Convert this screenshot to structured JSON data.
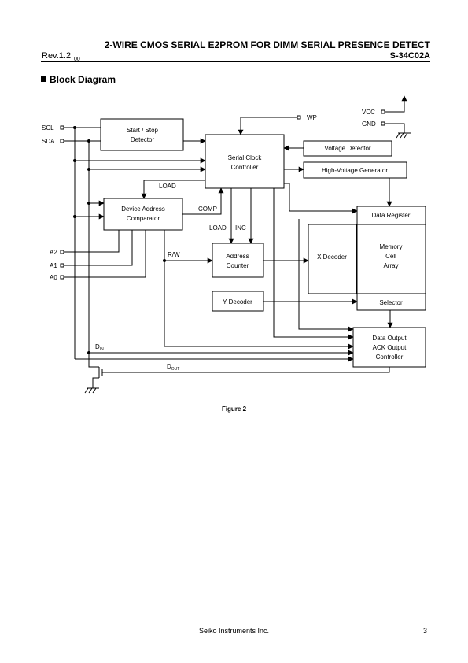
{
  "header": {
    "title": "2-WIRE CMOS SERIAL E2PROM FOR DIMM SERIAL PRESENCE DETECT",
    "rev_main": "Rev.1.2",
    "rev_sub": "_00",
    "part": "S-34C02A"
  },
  "section": {
    "title": "Block Diagram"
  },
  "diagram": {
    "pins": {
      "scl": "SCL",
      "sda": "SDA",
      "a2": "A2",
      "a1": "A1",
      "a0": "A0",
      "wp": "WP",
      "vcc": "VCC",
      "gnd": "GND"
    },
    "blocks": {
      "start_stop_1": "Start / Stop",
      "start_stop_2": "Detector",
      "serial_clock_1": "Serial Clock",
      "serial_clock_2": "Controller",
      "voltage_detector": "Voltage Detector",
      "hv_generator": "High-Voltage Generator",
      "device_addr_1": "Device Address",
      "device_addr_2": "Comparator",
      "data_register": "Data Register",
      "memory_1": "Memory",
      "memory_2": "Cell",
      "memory_3": "Array",
      "x_decoder": "X Decoder",
      "address_counter_1": "Address",
      "address_counter_2": "Counter",
      "y_decoder": "Y Decoder",
      "selector": "Selector",
      "data_output_1": "Data Output",
      "data_output_2": "ACK Output",
      "data_output_3": "Controller"
    },
    "signals": {
      "load_top": "LOAD",
      "comp": "COMP",
      "load": "LOAD",
      "inc": "INC",
      "rw": "R/W",
      "din_main": "D",
      "din_sub": "IN",
      "dout_main": "D",
      "dout_sub": "OUT"
    }
  },
  "caption": "Figure 2",
  "footer": {
    "company": "Seiko Instruments Inc.",
    "page": "3"
  }
}
